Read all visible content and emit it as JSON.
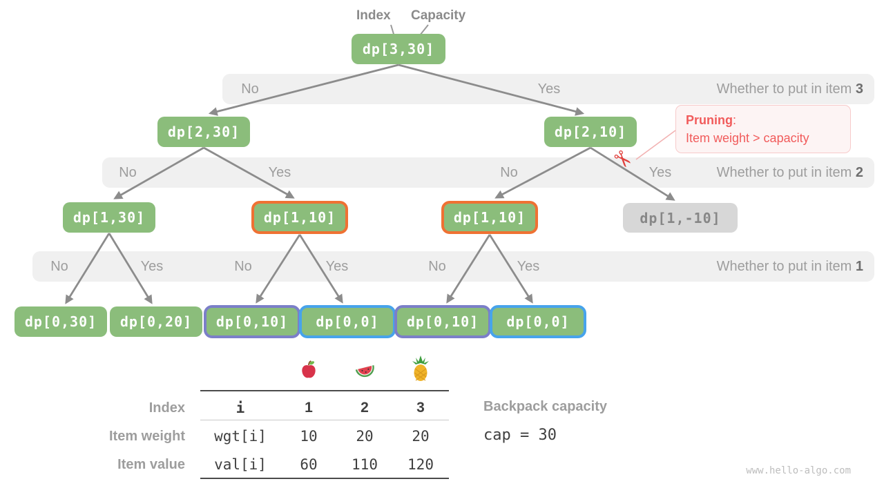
{
  "header": {
    "index": "Index",
    "capacity": "Capacity"
  },
  "tree": {
    "nodes": [
      {
        "id": "dp-3-30",
        "label": "dp[3,30]",
        "style": "green"
      },
      {
        "id": "dp-2-30",
        "label": "dp[2,30]",
        "style": "green"
      },
      {
        "id": "dp-2-10",
        "label": "dp[2,10]",
        "style": "green"
      },
      {
        "id": "dp-1-30",
        "label": "dp[1,30]",
        "style": "green"
      },
      {
        "id": "dp-1-10a",
        "label": "dp[1,10]",
        "style": "orange"
      },
      {
        "id": "dp-1-10b",
        "label": "dp[1,10]",
        "style": "orange"
      },
      {
        "id": "dp-1-n10",
        "label": "dp[1,-10]",
        "style": "gray"
      },
      {
        "id": "dp-0-30",
        "label": "dp[0,30]",
        "style": "green"
      },
      {
        "id": "dp-0-20",
        "label": "dp[0,20]",
        "style": "green"
      },
      {
        "id": "dp-0-10a",
        "label": "dp[0,10]",
        "style": "purple"
      },
      {
        "id": "dp-0-0a",
        "label": "dp[0,0]",
        "style": "blue"
      },
      {
        "id": "dp-0-10b",
        "label": "dp[0,10]",
        "style": "purple"
      },
      {
        "id": "dp-0-0b",
        "label": "dp[0,0]",
        "style": "blue"
      }
    ]
  },
  "bands": [
    {
      "question": "Whether to put in item ",
      "item": "3",
      "choices": [
        "No",
        "Yes"
      ]
    },
    {
      "question": "Whether to put in item ",
      "item": "2",
      "choices": [
        "No",
        "Yes",
        "No",
        "Yes"
      ]
    },
    {
      "question": "Whether to put in item ",
      "item": "1",
      "choices": [
        "No",
        "Yes",
        "No",
        "Yes",
        "No",
        "Yes"
      ]
    }
  ],
  "pruning": {
    "title": "Pruning",
    "separator": ":",
    "body": "Item weight > capacity"
  },
  "icons": {
    "scissors": "✂",
    "fruits": [
      "apple",
      "watermelon",
      "pineapple"
    ]
  },
  "table": {
    "rows": [
      {
        "label": "Index",
        "cells": [
          "i",
          "1",
          "2",
          "3"
        ]
      },
      {
        "label": "Item weight",
        "cells": [
          "wgt[i]",
          "10",
          "20",
          "20"
        ]
      },
      {
        "label": "Item value",
        "cells": [
          "val[i]",
          "60",
          "110",
          "120"
        ]
      }
    ]
  },
  "backpack": {
    "label": "Backpack capacity",
    "value": "cap = 30"
  },
  "watermark": "www.hello-algo.com",
  "colors": {
    "node_green": "#8bbd7b",
    "node_gray": "#d7d7d7",
    "band_gray": "#f0f0f0",
    "orange_border": "#ef7133",
    "purple_border": "#7b7fc8",
    "blue_border": "#47a3eb",
    "pruning_red": "#f15b5b",
    "edge_gray": "#8c8c8c"
  }
}
